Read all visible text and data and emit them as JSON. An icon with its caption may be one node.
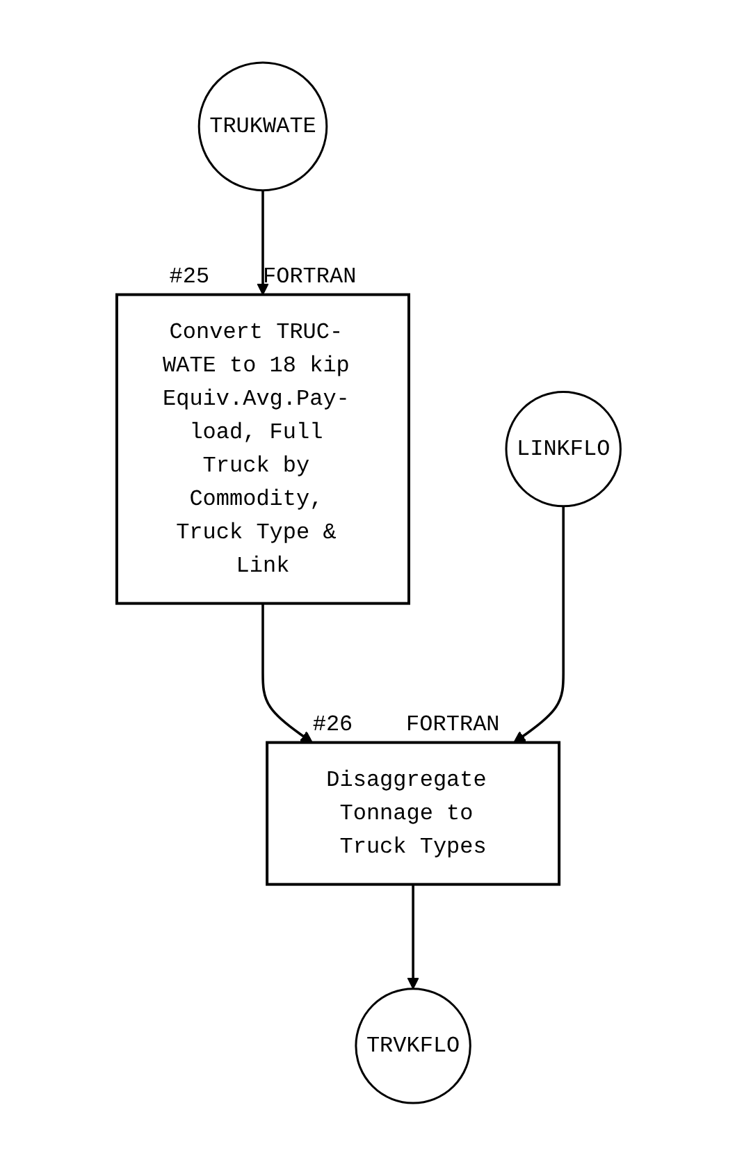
{
  "diagram": {
    "nodes": [
      {
        "text": [
          "TRUKWATE"
        ]
      },
      {
        "text": [
          "Convert TRUC- WATE to 18 kip Equiv.Avg.Pay- load, Full Truck by Commodity, Truck Type & Link"
        ],
        "beside": [
          "#25",
          "FORTRAN"
        ]
      },
      {
        "text": [
          "LINKFLO"
        ]
      },
      {
        "text": [
          "Disaggregate Tonnage to Truck Types"
        ],
        "beside": [
          "#26",
          "FORTRAN"
        ]
      },
      {
        "text": [
          "TRVKFLO"
        ]
      }
    ],
    "edges": [
      {
        "from": 0,
        "to": 1,
        "arrow": "to"
      },
      {
        "from": 1,
        "to": 3,
        "arrow": "to"
      },
      {
        "from": 2,
        "to": 3,
        "arrow": "to"
      },
      {
        "from": 3,
        "to": 4,
        "arrow": "to"
      }
    ]
  }
}
